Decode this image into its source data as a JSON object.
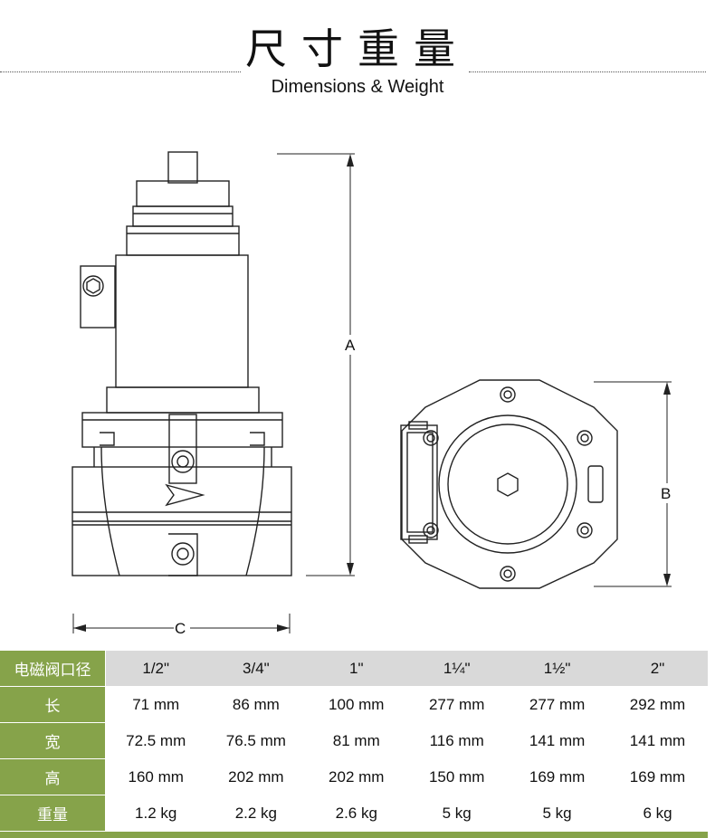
{
  "header": {
    "title": "尺寸重量",
    "subtitle": "Dimensions & Weight"
  },
  "drawing": {
    "labels": {
      "a": "A",
      "b": "B",
      "c": "C"
    }
  },
  "table": {
    "header_label": "电磁阀口径",
    "sizes": [
      "1/2\"",
      "3/4\"",
      "1\"",
      "1¼\"",
      "1½\"",
      "2\""
    ],
    "rows": [
      {
        "label": "长",
        "values": [
          "71 mm",
          "86 mm",
          "100 mm",
          "277 mm",
          "277 mm",
          "292 mm"
        ]
      },
      {
        "label": "宽",
        "values": [
          "72.5 mm",
          "76.5 mm",
          "81 mm",
          "116 mm",
          "141 mm",
          "141 mm"
        ]
      },
      {
        "label": "高",
        "values": [
          "160 mm",
          "202 mm",
          "202 mm",
          "150 mm",
          "169 mm",
          "169 mm"
        ]
      },
      {
        "label": "重量",
        "values": [
          "1.2 kg",
          "2.2 kg",
          "2.6 kg",
          "5 kg",
          "5 kg",
          "6 kg"
        ]
      }
    ]
  },
  "colors": {
    "accent": "#86a34a",
    "header_gray": "#d9d9d9",
    "line": "#222222"
  }
}
